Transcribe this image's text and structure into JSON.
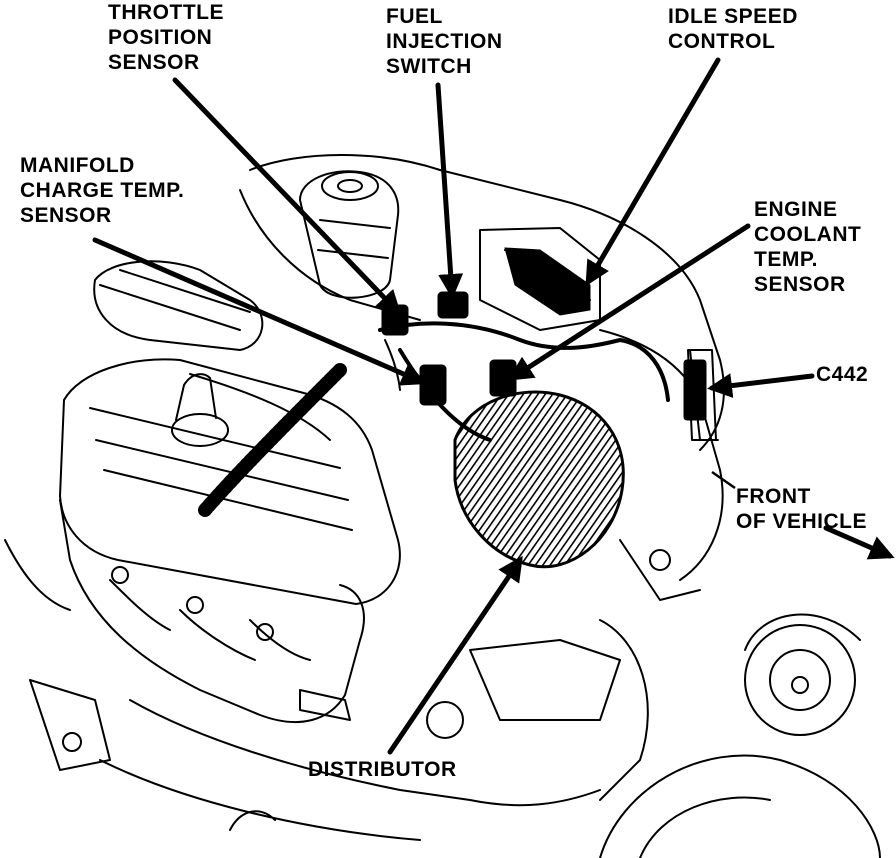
{
  "labels": {
    "throttle_position_sensor": [
      "THROTTLE",
      "POSITION",
      "SENSOR"
    ],
    "fuel_injection_switch": [
      "FUEL",
      "INJECTION",
      "SWITCH"
    ],
    "idle_speed_control": [
      "IDLE SPEED",
      "CONTROL"
    ],
    "manifold_charge_temp_sensor": [
      "MANIFOLD",
      "CHARGE TEMP.",
      "SENSOR"
    ],
    "engine_coolant_temp_sensor": [
      "ENGINE",
      "COOLANT",
      "TEMP.",
      "SENSOR"
    ],
    "c442": [
      "C442"
    ],
    "front_of_vehicle": [
      "FRONT",
      "OF VEHICLE"
    ],
    "distributor": [
      "DISTRIBUTOR"
    ]
  },
  "colors": {
    "ink": "#000000",
    "paper": "#ffffff"
  }
}
